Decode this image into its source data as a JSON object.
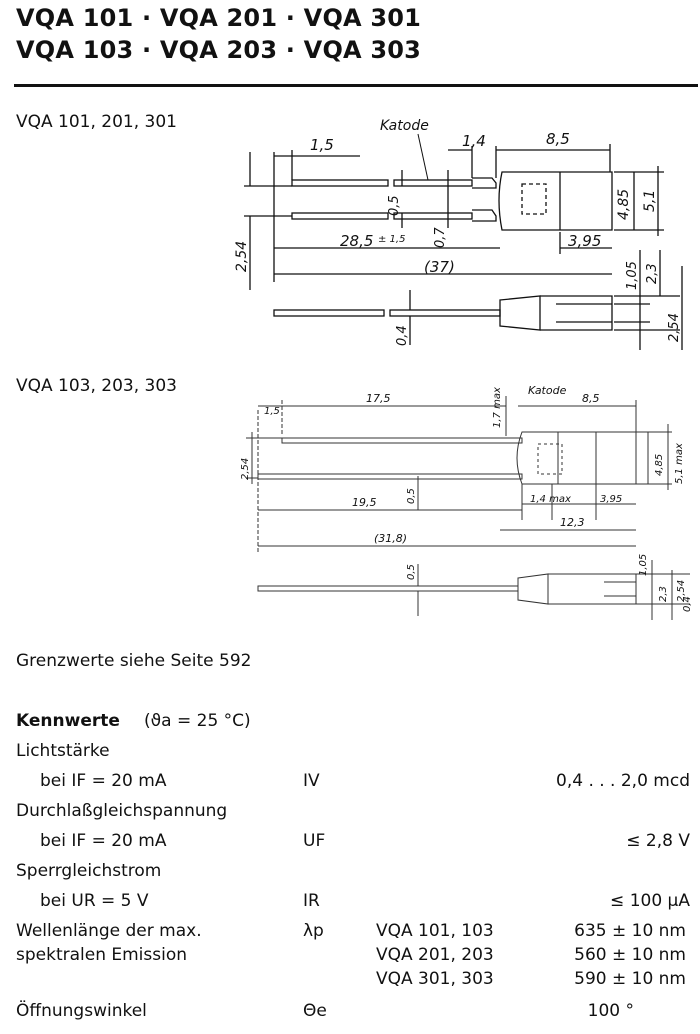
{
  "header": {
    "line1": "VQA 101 · VQA 201 · VQA 301",
    "line2": "VQA 103 · VQA 203 · VQA 303"
  },
  "drawing1": {
    "title": "VQA 101, 201, 301",
    "katode": "Katode",
    "dims": {
      "d1_5": "1,5",
      "d1_4": "1,4",
      "d8_5": "8,5",
      "d4_85": "4,85",
      "d5_1": "5,1",
      "d0_5": "0,5",
      "d0_7": "0,7",
      "d28_5": "28,5",
      "d28_5_tol": "± 1,5",
      "d3_95": "3,95",
      "d37": "(37)",
      "d2_54": "2,54",
      "d1_05": "1,05",
      "d2_3": "2,3",
      "d0_4": "0,4",
      "d2_54b": "2,54"
    }
  },
  "drawing2": {
    "title": "VQA 103, 203, 303",
    "katode": "Katode",
    "dims": {
      "d1_5": "1,5",
      "d17_5": "17,5",
      "d1_7max": "1,7 max",
      "d8_5": "8,5",
      "d2_54": "2,54",
      "d4_85": "4,85",
      "d5_1max": "5,1 max",
      "d19_5": "19,5",
      "d0_5": "0,5",
      "d1_4max": "1,4 max",
      "d3_95": "3,95",
      "d12_3": "12,3",
      "d31_8": "(31,8)",
      "d0_5b": "0,5",
      "d1_05": "1,05",
      "d2_3": "2,3",
      "d2_54b": "2,54",
      "d0_4": "0,4"
    }
  },
  "grenzwerte": "Grenzwerte siehe Seite 592",
  "kennwerte": {
    "title": "Kennwerte",
    "cond": "(ϑa = 25 °C)"
  },
  "params": {
    "lichtstaerke": {
      "name": "Lichtstärke",
      "cond": "bei IF = 20 mA",
      "sym": "IV",
      "value": "0,4 . . . 2,0 mcd"
    },
    "durchlass": {
      "name": "Durchlaßgleichspannung",
      "cond": "bei IF = 20 mA",
      "sym": "UF",
      "value": "≤ 2,8 V"
    },
    "sperr": {
      "name": "Sperrgleichstrom",
      "cond": "bei UR = 5 V",
      "sym": "IR",
      "value": "≤ 100 µA"
    },
    "wellen": {
      "name1": "Wellenlänge der max.",
      "name2": "spektralen Emission",
      "sym": "λp",
      "rows": [
        {
          "types": "VQA 101, 103",
          "value": "635 ± 10 nm"
        },
        {
          "types": "VQA 201, 203",
          "value": "560 ± 10 nm"
        },
        {
          "types": "VQA 301, 303",
          "value": "590 ± 10 nm"
        }
      ]
    },
    "oeffnung": {
      "name": "Öffnungswinkel",
      "sym": "Θe",
      "value": "100 °"
    }
  }
}
